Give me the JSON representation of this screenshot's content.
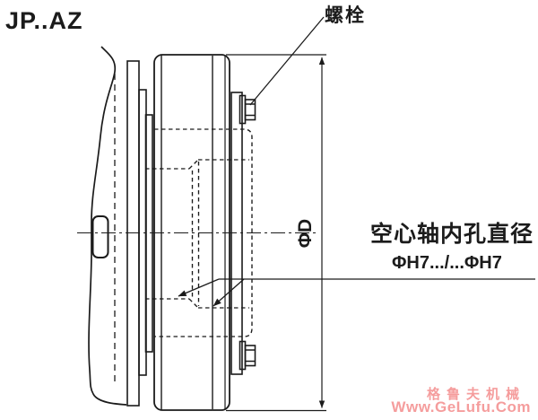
{
  "colors": {
    "ink": "#1b1b1b",
    "background": "#ffffff",
    "watermark": "#f59d9d"
  },
  "labels": {
    "model": "JP..AZ",
    "bolt": "螺栓",
    "outer_diameter": "ΦD",
    "bore_title": "空心轴内孔直径",
    "bore_spec": "ΦH7.../...ΦH7"
  },
  "watermark": {
    "brand": "格鲁夫机械",
    "url": "Www.GeLufu.Com"
  }
}
